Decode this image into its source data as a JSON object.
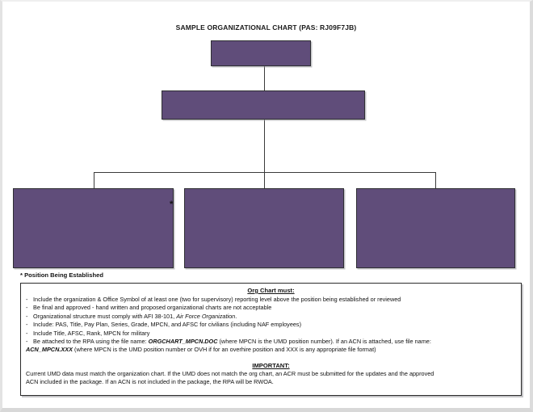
{
  "document": {
    "title": "SAMPLE ORGANIZATIONAL CHART (PAS: RJ09F7JB)",
    "footnote": "* Position Being Established",
    "accent_color": "#604D7A",
    "border_color": "#2f2f33",
    "background_color": "#ffffff"
  },
  "org_chart": {
    "boxes": [
      {
        "name": "top-level-box",
        "label": "",
        "level": 1
      },
      {
        "name": "second-level-box",
        "label": "",
        "level": 2
      },
      {
        "name": "child-box-1",
        "label": "",
        "level": 3,
        "marker": "*"
      },
      {
        "name": "child-box-2",
        "label": "",
        "level": 3
      },
      {
        "name": "child-box-3",
        "label": "",
        "level": 3
      }
    ],
    "marker": "*"
  },
  "notes": {
    "heading": "Org Chart must:",
    "bullets": [
      {
        "dash": "-",
        "pre": "Include the organization & Office Symbol of at least one (two for supervisory) reporting level above the position being established or reviewed",
        "italic": "",
        "post": ""
      },
      {
        "dash": "-",
        "pre": "Be final and approved - hand written and proposed organizational charts are not acceptable",
        "italic": "",
        "post": ""
      },
      {
        "dash": "-",
        "pre": "Organizational structure must comply with AFI 38-101, ",
        "italic": "Air Force Organization",
        "post": "."
      },
      {
        "dash": "-",
        "pre": "Include: PAS, Title, Pay Plan, Series, Grade, MPCN, and AFSC for civilians (including NAF employees)",
        "italic": "",
        "post": ""
      },
      {
        "dash": "-",
        "pre": "Include Title, AFSC, Rank, MPCN for military",
        "italic": "",
        "post": ""
      },
      {
        "dash": "-",
        "pre": "Be attached to the RPA using the file name:  ",
        "italic": "ORGCHART_MPCN.DOC",
        "post": " (where MPCN is the UMD position number).  If an ACN is attached, use file name:"
      }
    ],
    "continuation": {
      "italic": "ACN_MPCN.XXX",
      "post": " (where MPCN is the UMD position number or OVH if for an overhire position and XXX is any appropriate file format)"
    },
    "important_heading": "IMPORTANT:",
    "important_body_line1": "Current UMD data must match the organization chart.  If the UMD does not match the org chart, an ACR must be submitted for the updates and the approved",
    "important_body_line2": "ACN included in the package.  If an ACN is not included in the package, the RPA will be RWOA."
  }
}
